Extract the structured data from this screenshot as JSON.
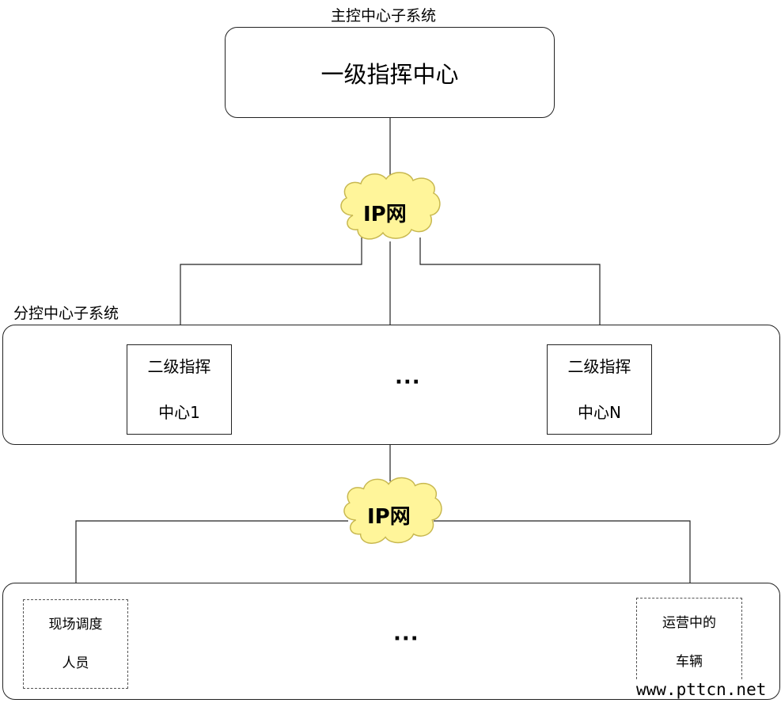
{
  "main_system": {
    "section_title": "主控中心子系统",
    "box_label": "一级指挥中心"
  },
  "ip_network_top": {
    "label": "IP网"
  },
  "branch_system": {
    "section_title": "分控中心子系统",
    "center_1": "二级指挥中心1",
    "center_1_line1": "二级指挥",
    "center_1_line2": "中心1",
    "center_n_line1": "二级指挥",
    "center_n_line2": "中心N",
    "ellipsis": "···"
  },
  "ip_network_bottom": {
    "label": "IP网"
  },
  "field_system": {
    "left_line1": "现场调度",
    "left_line2": "人员",
    "right_line1": "运营中的",
    "right_line2": "车辆",
    "ellipsis": "···"
  },
  "watermark": "www.pttcn.net",
  "colors": {
    "cloud_fill": "#FFF59A",
    "cloud_stroke": "#C8B850",
    "line": "#222222"
  }
}
